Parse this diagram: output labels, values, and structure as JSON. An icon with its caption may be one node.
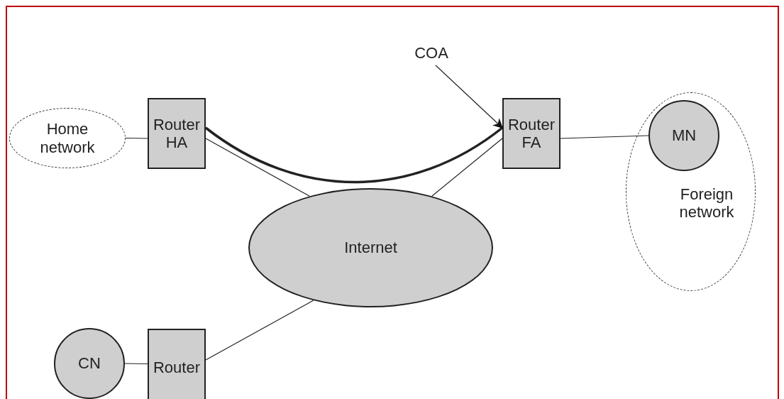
{
  "diagram": {
    "nodes": [
      {
        "text": [
          "Home network"
        ]
      },
      {
        "text": [
          "Router HA"
        ]
      },
      {
        "text": [
          "Internet"
        ]
      },
      {
        "text": [
          "Router FA"
        ]
      },
      {
        "text": [
          "Foreign network"
        ]
      },
      {
        "text": [
          "MN"
        ],
        "in": 4
      },
      {
        "text": [
          "CN"
        ]
      },
      {
        "text": [
          "Router"
        ]
      },
      {
        "text": [
          "COA"
        ]
      }
    ],
    "edges": [
      {
        "from": 0,
        "to": 1,
        "arrow": "none"
      },
      {
        "from": 1,
        "to": 2,
        "arrow": "none"
      },
      {
        "from": 2,
        "to": 3,
        "arrow": "none"
      },
      {
        "from": 3,
        "to": 5,
        "arrow": "none"
      },
      {
        "from": 1,
        "to": 3,
        "arrow": "none",
        "style": "thick"
      },
      {
        "from": 2,
        "to": 7,
        "arrow": "none"
      },
      {
        "from": 6,
        "to": 7,
        "arrow": "none"
      },
      {
        "from": 8,
        "to": 3,
        "arrow": "to"
      }
    ]
  }
}
